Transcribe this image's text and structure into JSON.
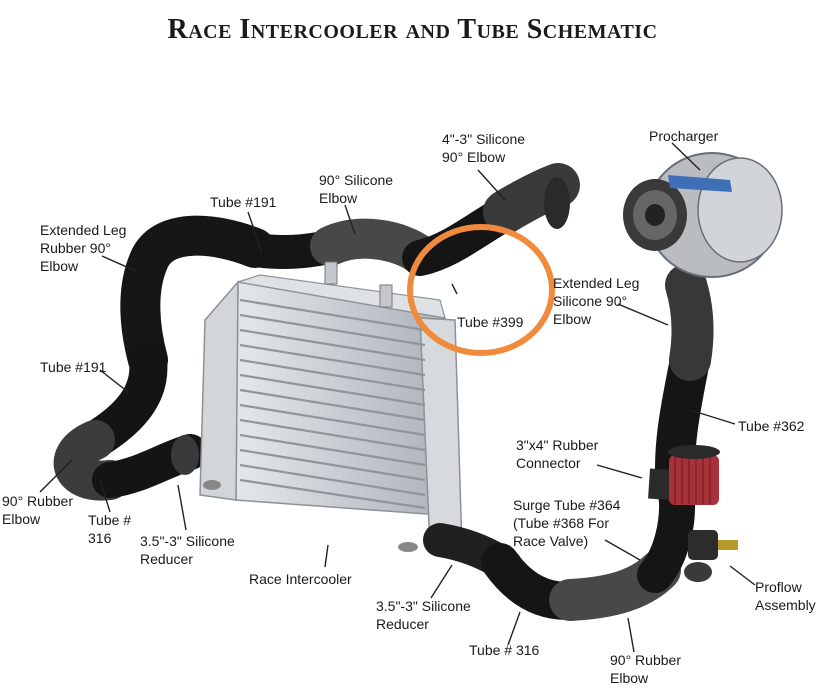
{
  "title": "Race Intercooler and Tube Schematic",
  "labels": {
    "tube_191_top": "Tube #191",
    "silicone_90_elbow_top": "90° Silicone\nElbow",
    "silicone_4_3_elbow": "4\"-3\" Silicone\n90° Elbow",
    "procharger": "Procharger",
    "extended_leg_rubber_elbow": "Extended Leg\nRubber 90°\nElbow",
    "tube_399": "Tube #399",
    "extended_leg_silicone_elbow": "Extended Leg\nSilicone 90°\nElbow",
    "tube_191_left": "Tube #191",
    "tube_362": "Tube #362",
    "rubber_connector": "3\"x4\" Rubber\nConnector",
    "rubber_90_elbow_left": "90° Rubber\nElbow",
    "tube_316_left": "Tube #\n316",
    "reducer_left": "3.5\"-3\" Silicone\nReducer",
    "surge_tube": "Surge Tube #364\n(Tube #368 For\nRace Valve)",
    "race_intercooler": "Race Intercooler",
    "proflow_assembly": "Proflow\nAssembly",
    "reducer_bottom": "3.5\"-3\" Silicone\nReducer",
    "tube_316_bottom": "Tube # 316",
    "rubber_90_elbow_bottom": "90° Rubber\nElbow"
  },
  "colors": {
    "highlight_circle": "#f08a3c",
    "tube": "#1c1c1c",
    "silicone": "#4a4a4a",
    "intercooler": "#c9cdd3",
    "filter": "#a8323c"
  }
}
